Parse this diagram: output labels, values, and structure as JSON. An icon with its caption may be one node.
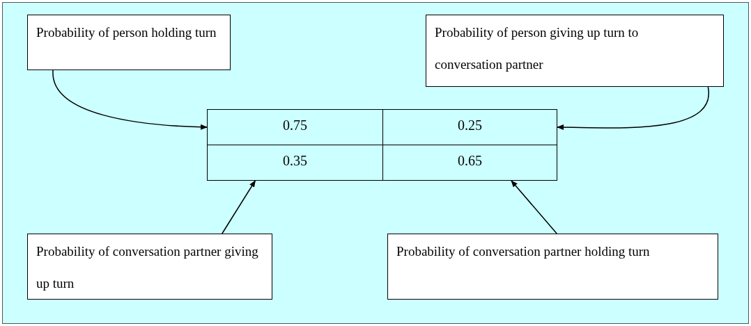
{
  "diagram": {
    "nodes": [
      {
        "text": [],
        "shape": "box"
      },
      {
        "text": [
          "Probability of person holding turn"
        ],
        "in": 0
      },
      {
        "text": [
          "Probability of person giving up turn to conversation partner"
        ],
        "in": 0
      },
      {
        "text": [
          "0.75"
        ],
        "in": 0
      },
      {
        "text": [
          "0.25"
        ],
        "in": 0
      },
      {
        "text": [
          "0.35"
        ],
        "in": 0
      },
      {
        "text": [
          "0.65"
        ],
        "in": 0
      },
      {
        "text": [
          "Probability of conversation partner giving up turn"
        ],
        "in": 0
      },
      {
        "text": [
          "Probability of conversation partner holding turn"
        ],
        "in": 0
      }
    ],
    "edges": [
      {
        "from": 1,
        "to": 3,
        "arrow": "to"
      },
      {
        "from": 2,
        "to": 4,
        "arrow": "to"
      },
      {
        "from": 7,
        "to": 5,
        "arrow": "to"
      },
      {
        "from": 8,
        "to": 6,
        "arrow": "to"
      }
    ]
  }
}
